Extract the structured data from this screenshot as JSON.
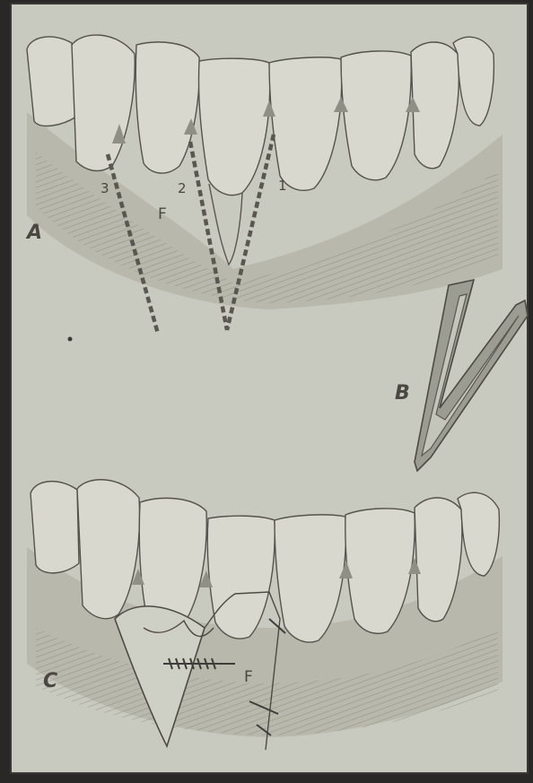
{
  "figure": {
    "panels": [
      {
        "id": "A",
        "label": "A",
        "flap_label": "F",
        "incision_labels": [
          "3",
          "2",
          "1"
        ]
      },
      {
        "id": "B",
        "label": "B"
      },
      {
        "id": "C",
        "label": "C",
        "flap_label": "F"
      }
    ],
    "colors": {
      "paper": "#c9cabf",
      "frame": "#2a2826",
      "tooth_fill": "#d9d8cf",
      "outline": "#55524b",
      "gum_shade": "#9e9f95",
      "incision": "#5a5750"
    }
  }
}
